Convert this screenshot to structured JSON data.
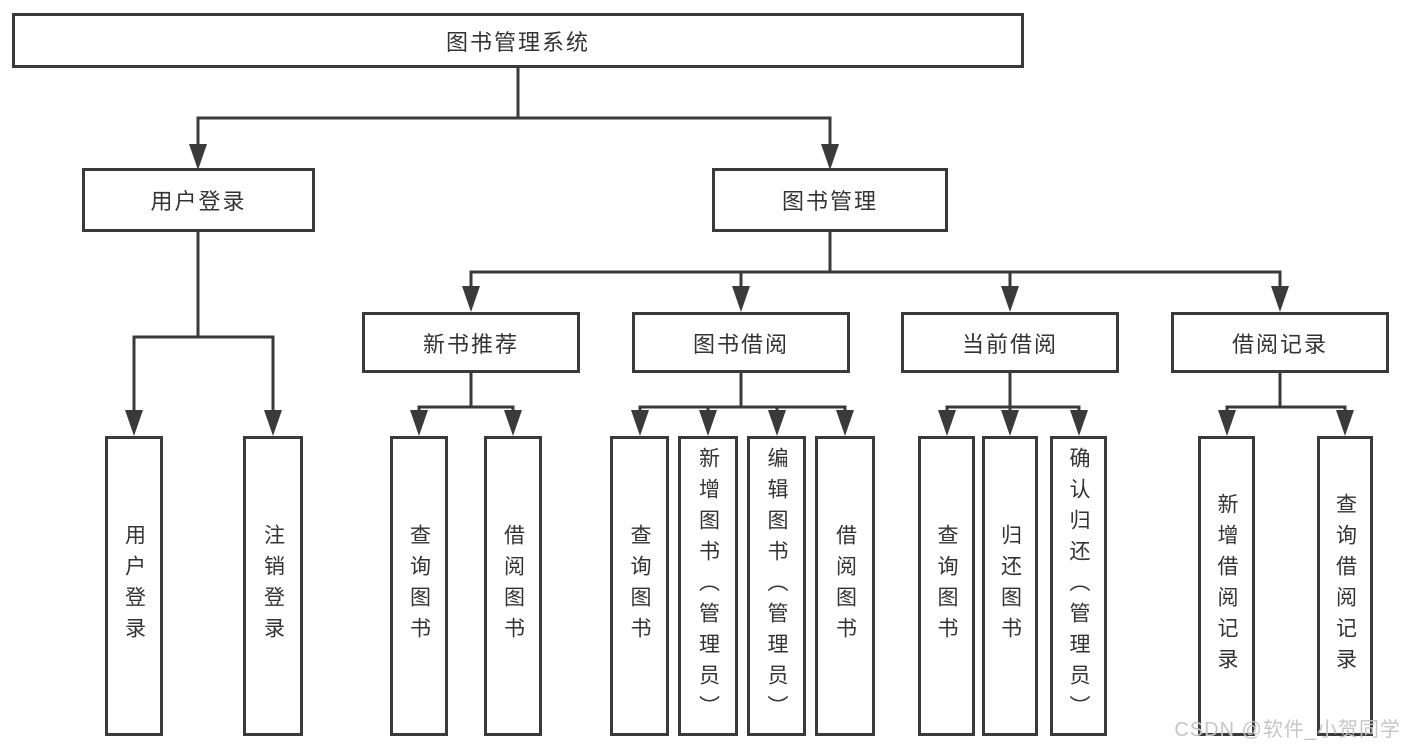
{
  "diagram": {
    "root": {
      "label": "图书管理系统"
    },
    "children": [
      {
        "label": "用户登录",
        "children": [
          {
            "label": "用户登录"
          },
          {
            "label": "注销登录"
          }
        ]
      },
      {
        "label": "图书管理",
        "children": [
          {
            "label": "新书推荐",
            "children": [
              {
                "label": "查询图书"
              },
              {
                "label": "借阅图书"
              }
            ]
          },
          {
            "label": "图书借阅",
            "children": [
              {
                "label": "查询图书"
              },
              {
                "label": "新增图书（管理员）"
              },
              {
                "label": "编辑图书（管理员）"
              },
              {
                "label": "借阅图书"
              }
            ]
          },
          {
            "label": "当前借阅",
            "children": [
              {
                "label": "查询图书"
              },
              {
                "label": "归还图书"
              },
              {
                "label": "确认归还（管理员）"
              }
            ]
          },
          {
            "label": "借阅记录",
            "children": [
              {
                "label": "新增借阅记录"
              },
              {
                "label": "查询借阅记录"
              }
            ]
          }
        ]
      }
    ]
  },
  "watermark": {
    "text": "CSDN @软件_小贺同学"
  },
  "colors": {
    "line": "#3a3a3a",
    "text": "#333333",
    "box_fill": "#ffffff",
    "watermark": "#c6c6c6",
    "background": "#ffffff"
  }
}
